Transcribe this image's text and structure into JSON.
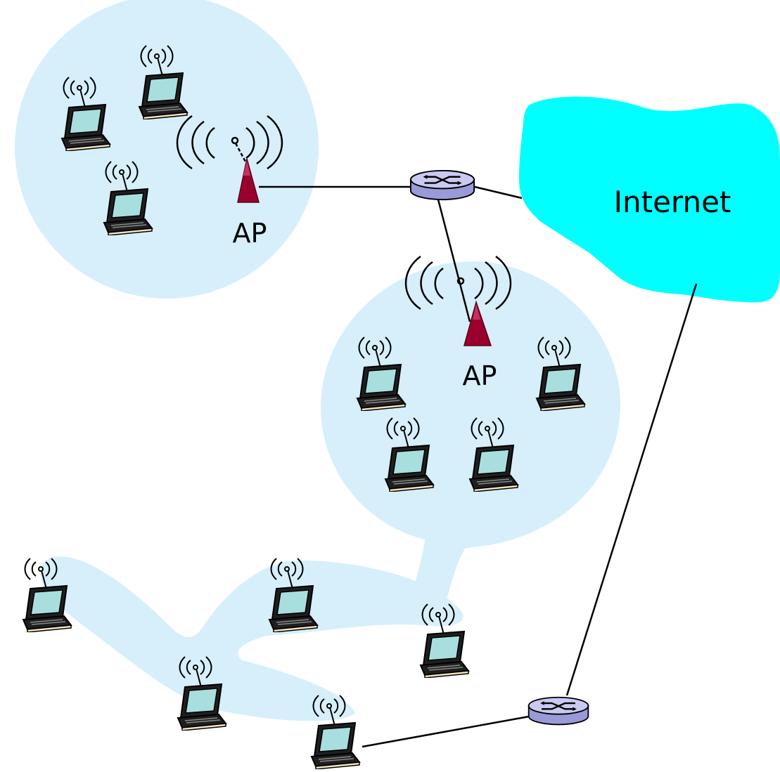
{
  "diagram": {
    "internet_label": "Internet",
    "ap_labels": [
      "AP",
      "AP"
    ],
    "colors": {
      "cell_fill": "#d6effb",
      "cloud_fill": "#00ffff",
      "ap_fill": "#99002e",
      "router_fill": "#c9c9f2",
      "link_stroke": "#000000",
      "laptop_screen": "#a9dede",
      "laptop_base": "#f6e4bd"
    },
    "icons": [
      "laptop-icon",
      "router-icon",
      "access-point-icon",
      "cloud-icon",
      "wifi-waves-icon"
    ]
  }
}
